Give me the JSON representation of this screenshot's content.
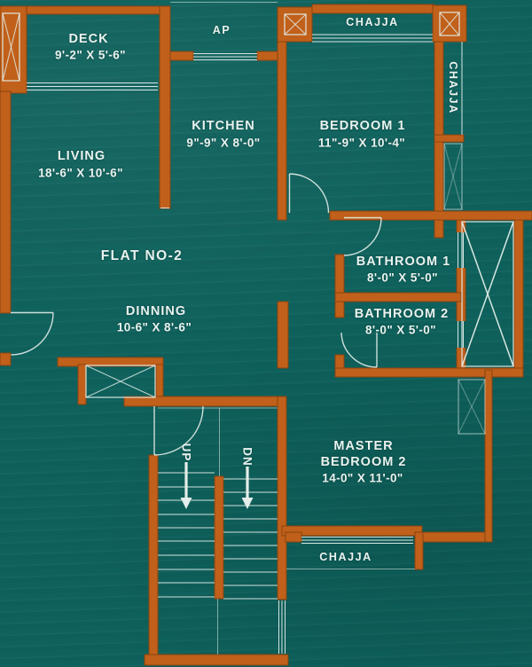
{
  "title": "FLAT NO-2",
  "colors": {
    "background": "#0e615c",
    "wall": "#c0601a",
    "wall_edge": "#8a4310",
    "line": "#e3ede9",
    "text": "#eaf2ef"
  },
  "rooms": [
    {
      "id": "deck",
      "name": "DECK",
      "dims": "9'-2\" X 5'-6\""
    },
    {
      "id": "living",
      "name": "LIVING",
      "dims": "18'-6\" X 10'-6\""
    },
    {
      "id": "kitchen",
      "name": "KITCHEN",
      "dims": "9\"-9\" X 8'-0\""
    },
    {
      "id": "bedroom1",
      "name": "BEDROOM 1",
      "dims": "11\"-9\" X 10'-4\""
    },
    {
      "id": "bathroom1",
      "name": "BATHROOM 1",
      "dims": "8'-0\" X 5'-0\""
    },
    {
      "id": "bathroom2",
      "name": "BATHROOM 2",
      "dims": "8'-0\" X 5'-0\""
    },
    {
      "id": "dinning",
      "name": "DINNING",
      "dims": "10-6\" X 8'-6\""
    },
    {
      "id": "master",
      "line1": "MASTER",
      "line2": "BEDROOM 2",
      "dims": "14-0\" X 11'-0\""
    }
  ],
  "labels": {
    "flat": "FLAT NO-2",
    "ap": "AP",
    "chajja_top": "CHAJJA",
    "chajja_right": "CHAJJA",
    "chajja_bottom": "CHAJJA",
    "up": "UP",
    "dn": "DN"
  }
}
